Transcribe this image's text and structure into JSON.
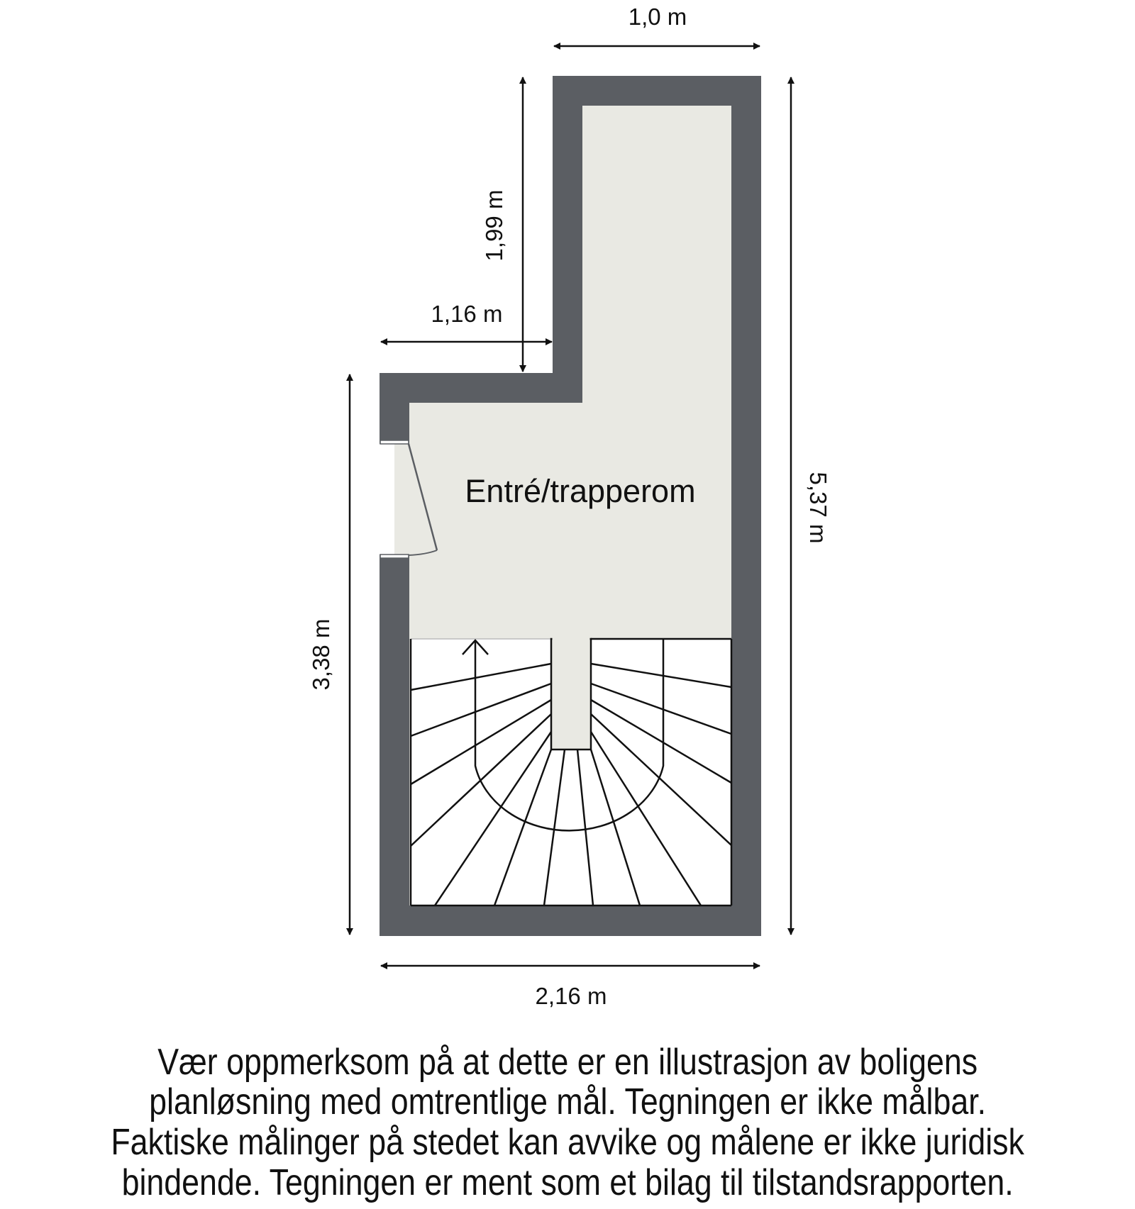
{
  "room": {
    "label": "Entré/trapperom"
  },
  "dimensions": {
    "top_width": "1,0 m",
    "upper_height": "1,99 m",
    "step_width": "1,16 m",
    "total_height": "5,37 m",
    "lower_height": "3,38 m",
    "bottom_width": "2,16 m"
  },
  "colors": {
    "wall": "#5b5e63",
    "floor": "#e9e9e3",
    "stair": "#ffffff",
    "line": "#111111"
  },
  "features": {
    "door": "door-swing-left-wall",
    "stairs": "winding-staircase-up"
  },
  "disclaimer": {
    "lines": [
      "Vær oppmerksom på at dette er en illustrasjon av boligens",
      "planløsning med omtrentlige mål. Tegningen er ikke målbar.",
      "Faktiske målinger på stedet kan avvike og målene er ikke juridisk",
      "bindende. Tegningen er ment som et bilag til tilstandsrapporten."
    ]
  }
}
